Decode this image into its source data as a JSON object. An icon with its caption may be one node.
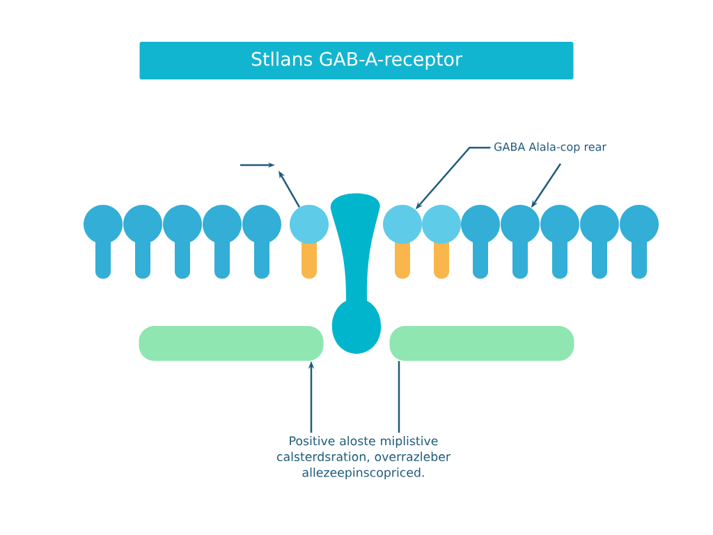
{
  "diagram": {
    "title": "Stllans GAB-A-receptor",
    "nodes": [
      {
        "text": [
          "GABA Alala-cop rear"
        ]
      },
      {
        "text": [
          "Positive aloste miplistive calsterdsration, overrazleber allezeepinscopriced."
        ]
      },
      {
        "text": [],
        "shape": "circle"
      },
      {
        "text": [],
        "shape": "circle"
      },
      {
        "text": [],
        "shape": "circle"
      },
      {
        "text": [],
        "shape": "circle"
      },
      {
        "text": [],
        "shape": "circle"
      },
      {
        "text": [],
        "shape": "circle"
      },
      {
        "text": [],
        "shape": "circle"
      },
      {
        "text": [],
        "shape": "circle"
      },
      {
        "text": [],
        "shape": "circle"
      },
      {
        "text": [],
        "shape": "circle"
      },
      {
        "text": [],
        "shape": "circle"
      },
      {
        "text": [],
        "shape": "circle"
      },
      {
        "text": [],
        "shape": "circle"
      },
      {
        "text": [],
        "shape": "bar"
      },
      {
        "text": [],
        "shape": "funnel"
      },
      {
        "text": [],
        "shape": "bar"
      }
    ],
    "edges": [
      {
        "from": 0,
        "to": 8,
        "arrow": "to"
      },
      {
        "from": 0,
        "to": 11,
        "arrow": "to"
      },
      {
        "from": 7,
        "to": null,
        "arrow": "to"
      },
      {
        "from": 1,
        "to": 15,
        "arrow": "to"
      },
      {
        "from": 1,
        "to": 17,
        "arrow": "none"
      }
    ]
  }
}
